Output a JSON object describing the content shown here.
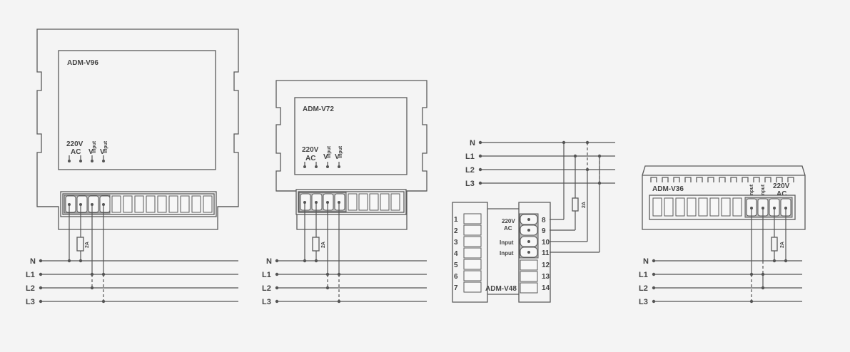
{
  "v96": {
    "model": "ADM-V96",
    "label_220v": "220V",
    "label_ac": "AC",
    "label_v1": "V",
    "label_v1_sub": "Input",
    "label_v2": "V",
    "label_v2_sub": "Input",
    "fuse": "2A",
    "lines": [
      "N",
      "L1",
      "L2",
      "L3"
    ]
  },
  "v72": {
    "model": "ADM-V72",
    "label_220v": "220V",
    "label_ac": "AC",
    "label_v1": "V",
    "label_v1_sub": "Input",
    "label_v2": "V",
    "label_v2_sub": "Input",
    "fuse": "2A",
    "lines": [
      "N",
      "L1",
      "L2",
      "L3"
    ]
  },
  "v48": {
    "model": "ADM-V48",
    "label_220v": "220V",
    "label_ac": "AC",
    "label_input1": "Input",
    "label_input2": "Input",
    "fuse": "2A",
    "lines": [
      "N",
      "L1",
      "L2",
      "L3"
    ],
    "left_terminals": [
      "1",
      "2",
      "3",
      "4",
      "5",
      "6",
      "7"
    ],
    "right_terminals": [
      "8",
      "9",
      "10",
      "11",
      "12",
      "13",
      "14"
    ]
  },
  "v36": {
    "model": "ADM-V36",
    "label_220v": "220V",
    "label_ac": "AC",
    "label_input1": "Input",
    "label_input2": "Input",
    "fuse": "2A",
    "lines": [
      "N",
      "L1",
      "L2",
      "L3"
    ]
  }
}
